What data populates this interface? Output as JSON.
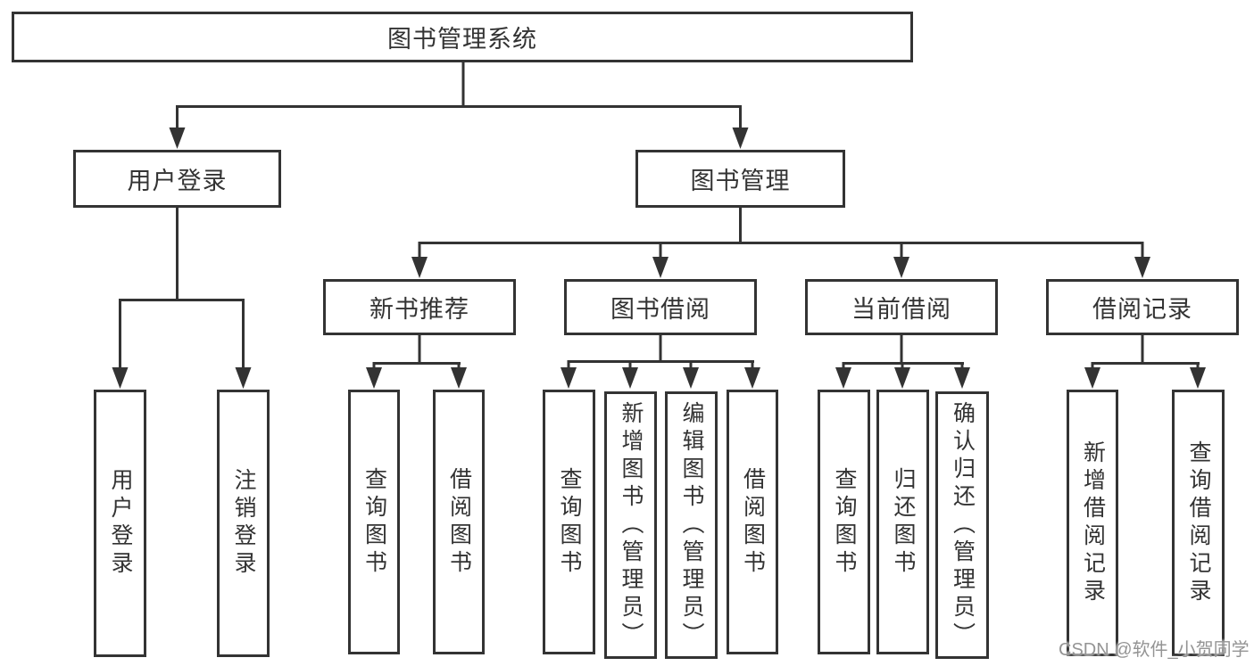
{
  "diagram_title": "图书管理系统",
  "tree": {
    "label": "图书管理系统",
    "children": [
      {
        "label": "用户登录",
        "children": [
          {
            "label": "用户登录"
          },
          {
            "label": "注销登录"
          }
        ]
      },
      {
        "label": "图书管理",
        "children": [
          {
            "label": "新书推荐",
            "children": [
              {
                "label": "查询图书"
              },
              {
                "label": "借阅图书"
              }
            ]
          },
          {
            "label": "图书借阅",
            "children": [
              {
                "label": "查询图书"
              },
              {
                "label": "新增图书（管理员）"
              },
              {
                "label": "编辑图书（管理员）"
              },
              {
                "label": "借阅图书"
              }
            ]
          },
          {
            "label": "当前借阅",
            "children": [
              {
                "label": "查询图书"
              },
              {
                "label": "归还图书"
              },
              {
                "label": "确认归还（管理员）"
              }
            ]
          },
          {
            "label": "借阅记录",
            "children": [
              {
                "label": "新增借阅记录"
              },
              {
                "label": "查询借阅记录"
              }
            ]
          }
        ]
      }
    ]
  },
  "watermark": {
    "text": "CSDN @软件_小贺同学"
  },
  "colors": {
    "line": "#333333",
    "box_border": "#333333",
    "box_background": "#ffffff",
    "text": "#333333",
    "watermark": "#949494"
  }
}
